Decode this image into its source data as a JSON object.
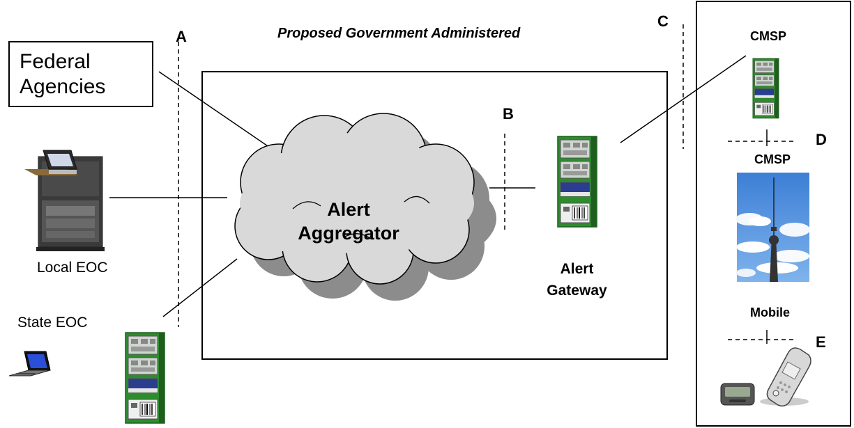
{
  "title": "Proposed Government Administered",
  "federal_agencies": [
    "Federal",
    "Agencies"
  ],
  "aggregator": [
    "Alert",
    "Aggregator"
  ],
  "gateway": [
    "Alert",
    "Gateway"
  ],
  "local_eoc": "Local EOC",
  "state_eoc": "State EOC",
  "cmsp_top": "CMSP",
  "cmsp_mid": "CMSP",
  "mobile": "Mobile",
  "letters": {
    "a": "A",
    "b": "B",
    "c": "C",
    "d": "D",
    "e": "E"
  },
  "colors": {
    "cloud": "#d9d9d9",
    "cloud_shadow": "#8c8c8c",
    "server_green": "#2e8b2e",
    "server_dark": "#1e5f1e",
    "sky": "#4f8fd8",
    "rack": "#3a3a3a"
  },
  "icons": [
    "server-rack-icon",
    "laptop-icon",
    "eoc-workstation-icon",
    "cell-tower-photo",
    "pager-icon",
    "mobile-phone-icon",
    "cloud-icon"
  ]
}
